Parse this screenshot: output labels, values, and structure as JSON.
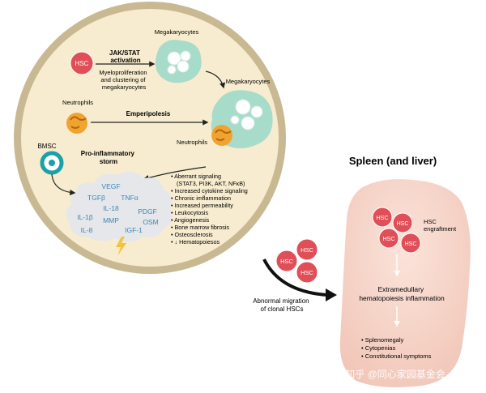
{
  "marrow": {
    "hsc_label": "HSC",
    "jak_stat": [
      "JAK/STAT",
      "activation"
    ],
    "myelo_text": [
      "Myeloproliferation",
      "and clustering of",
      "megakaryocytes"
    ],
    "megakaryocytes_top": "Megakaryocytes",
    "megakaryocytes_right": "Megakaryocytes",
    "neutrophils_left": "Neutrophils",
    "emperipolesis": "Emperipolesis",
    "neutrophils_right": "Neutrophils",
    "bmsc": "BMSC",
    "storm_title": [
      "Pro-inflammatory",
      "storm"
    ],
    "cytokines": {
      "vegf": "VEGF",
      "tgfb": "TGFβ",
      "tnfa": "TNFα",
      "il18": "IL-18",
      "pdgf": "PDGF",
      "il1b": "IL-1β",
      "mmp": "MMP",
      "osm": "OSM",
      "il8": "IL-8",
      "igf1": "IGF-1"
    },
    "effects": [
      "• Aberrant signaling",
      "(STAT3, PI3K, AKT, NFκB)",
      "• Increased cytokine signaling",
      "• Chronic imflammation",
      "• Increased permeability",
      "• Leukocytosis",
      "• Angiogenesis",
      "• Bone marrow fibrosis",
      "• Osteosclerosis",
      "• ↓ Hematopoiesos"
    ]
  },
  "migration": {
    "hsc_label": "HSC",
    "caption": [
      "Abnormal migration",
      "of clonal HSCs"
    ]
  },
  "spleen": {
    "title": "Spleen (and liver)",
    "hsc_label": "HSC",
    "engraftment": [
      "HSC",
      "engraftment"
    ],
    "inflammation": [
      "Extramedullary",
      "hematopoiesis inflammation"
    ],
    "symptoms": [
      "• Splenomegaly",
      "• Cytopenias",
      "• Constitutional symptoms"
    ]
  },
  "watermark": "知乎 @同心家园基金会",
  "colors": {
    "marrow_fill": "#f7eccf",
    "marrow_rim": "#c9b993",
    "hsc_red": "#e04f58",
    "megakaryocyte": "#a7dccb",
    "neutrophil": "#f0a430",
    "cytokine_text": "#3d86b6",
    "spleen_pink": "#f6d3c8"
  },
  "icons": [
    "lightning-bolt-icon",
    "arrow-icon"
  ]
}
